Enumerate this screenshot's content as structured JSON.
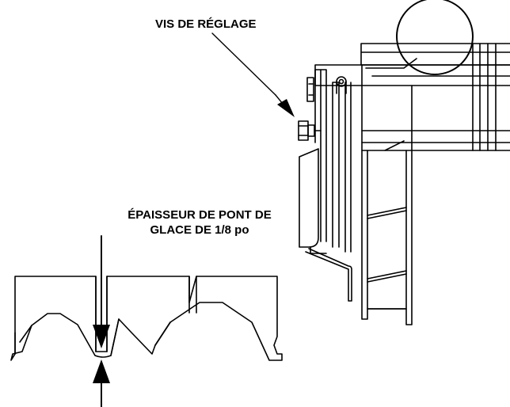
{
  "labels": {
    "adjusting_screw": "VIS DE RÉGLAGE",
    "bridge_line1": "ÉPAISSEUR DE PONT DE",
    "bridge_line2": "GLACE DE 1/8 po"
  },
  "icons": [
    "arrow-icon",
    "screw-icon"
  ]
}
